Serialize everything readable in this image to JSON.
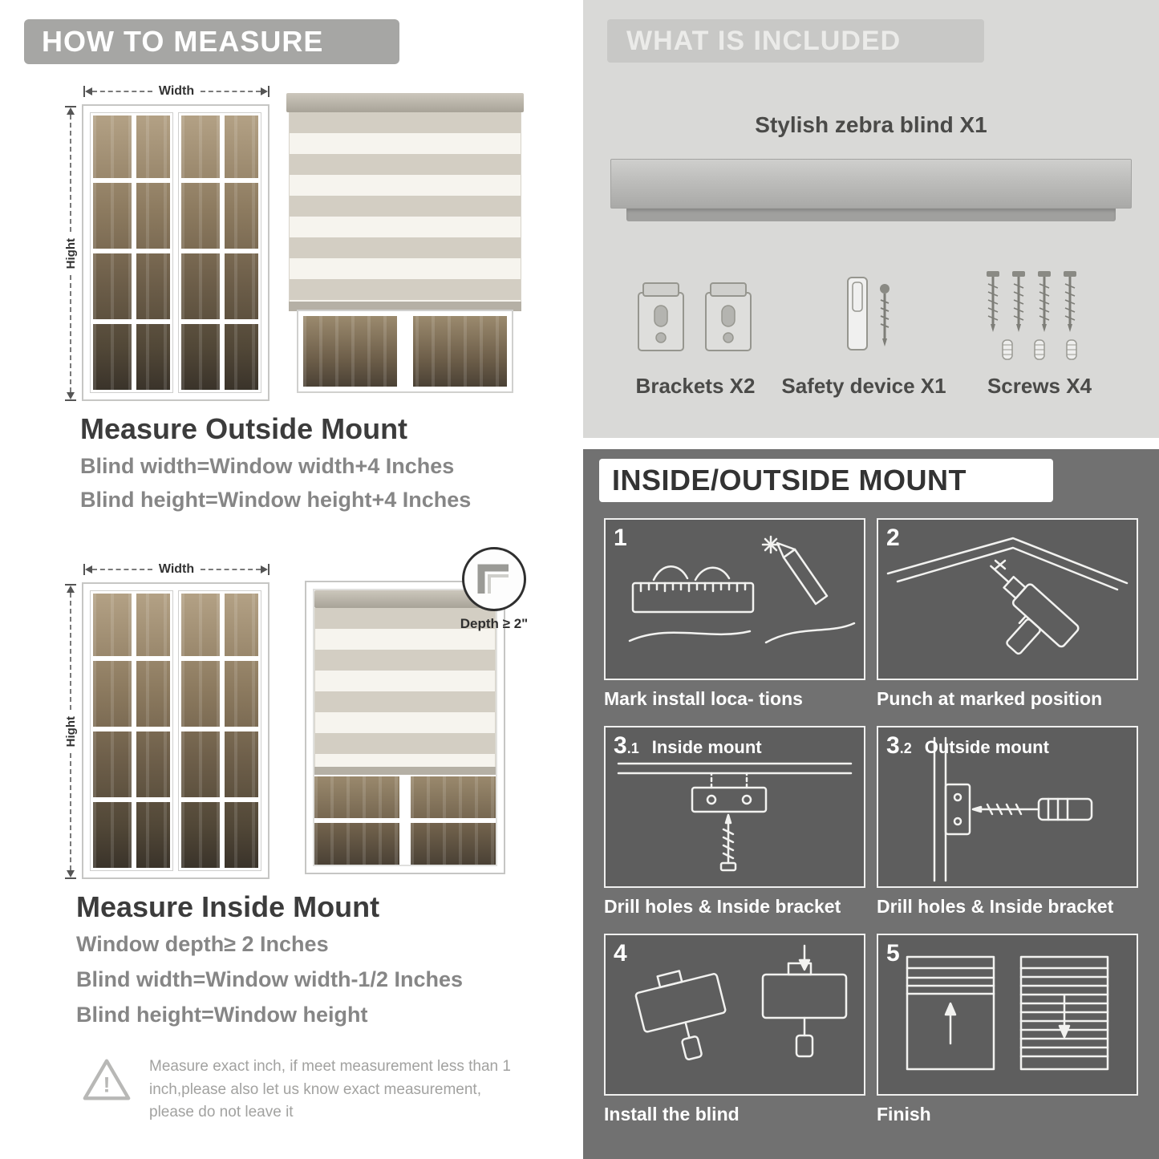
{
  "left": {
    "header": "HOW TO MEASURE",
    "outside": {
      "width_label": "Width",
      "height_label": "Hight",
      "title": "Measure Outside Mount",
      "line1": "Blind width=Window width+4 Inches",
      "line2": "Blind height=Window height+4 Inches"
    },
    "inside": {
      "width_label": "Width",
      "height_label": "Hight",
      "depth_label": "Depth ≥ 2\"",
      "title": "Measure Inside Mount",
      "line1": "Window depth≥ 2 Inches",
      "line2": "Blind width=Window width-1/2 Inches",
      "line3": "Blind height=Window height"
    },
    "warning": "Measure exact inch, if meet measurement less than 1 inch,please also let us know exact measurement, please do not leave it"
  },
  "included": {
    "header": "WHAT IS INCLUDED",
    "blind_label": "Stylish zebra blind X1",
    "items": [
      {
        "label": "Brackets X2"
      },
      {
        "label": "Safety device X1"
      },
      {
        "label": "Screws X4"
      }
    ]
  },
  "mount": {
    "header": "INSIDE/OUTSIDE MOUNT",
    "steps": [
      {
        "num": "1",
        "sub": "",
        "inline": "",
        "caption": "Mark install loca- tions"
      },
      {
        "num": "2",
        "sub": "",
        "inline": "",
        "caption": "Punch at  marked position"
      },
      {
        "num": "3",
        "sub": ".1",
        "inline": "Inside mount",
        "caption": "Drill holes &  Inside bracket"
      },
      {
        "num": "3",
        "sub": ".2",
        "inline": "Outside mount",
        "caption": "Drill holes &  Inside bracket"
      },
      {
        "num": "4",
        "sub": "",
        "inline": "",
        "caption": "Install the blind"
      },
      {
        "num": "5",
        "sub": "",
        "inline": "",
        "caption": "Finish"
      }
    ]
  },
  "icons": {
    "warning_glyph": "!"
  },
  "colors": {
    "banner_gray": "#a6a6a4",
    "included_bg": "#d9d9d7",
    "mount_bg": "#717171",
    "text_dark": "#3c3c3c",
    "text_gray": "#868686"
  }
}
